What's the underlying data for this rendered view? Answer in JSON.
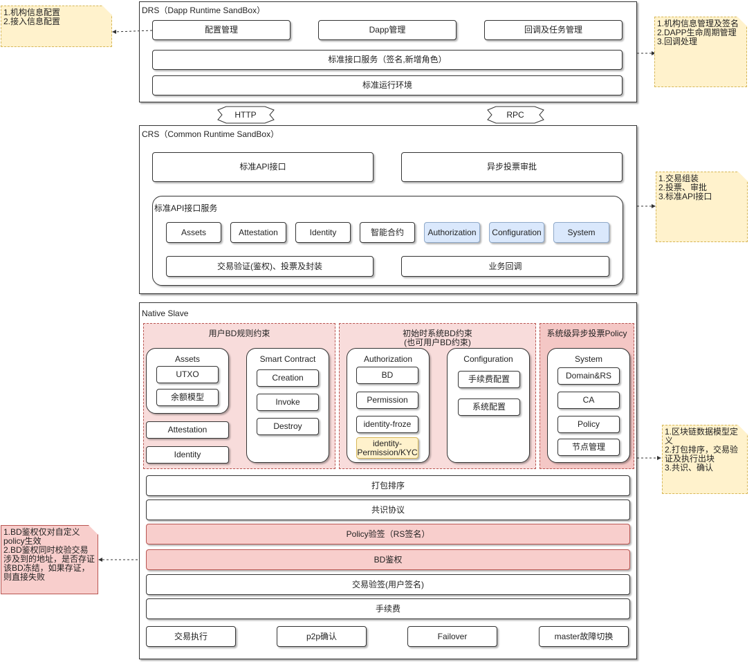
{
  "drs": {
    "title": "DRS（Dapp Runtime SandBox）",
    "config_mgmt": "配置管理",
    "dapp_mgmt": "Dapp管理",
    "callback_task_mgmt": "回调及任务管理",
    "std_interface_service": "标准接口服务（签名,新增角色）",
    "std_runtime_env": "标准运行环境"
  },
  "connectors": {
    "http": "HTTP",
    "rpc": "RPC"
  },
  "crs": {
    "title": "CRS（Common Runtime SandBox）",
    "std_api": "标准API接口",
    "async_vote_approve": "异步投票审批",
    "std_api_service": {
      "title": "标准API接口服务",
      "assets": "Assets",
      "attestation": "Attestation",
      "identity": "Identity",
      "smart_contract": "智能合约",
      "authorization": "Authorization",
      "configuration": "Configuration",
      "system": "System",
      "tx_verify": "交易验证(鉴权)、投票及封装",
      "biz_callback": "业务回调"
    }
  },
  "native": {
    "title": "Native Slave",
    "user_bd": {
      "title": "用户BD规则约束",
      "assets": {
        "title": "Assets",
        "utxo": "UTXO",
        "balance_model": "余额模型"
      },
      "attestation": "Attestation",
      "identity": "Identity",
      "smart_contract": {
        "title": "Smart Contract",
        "creation": "Creation",
        "invoke": "Invoke",
        "destroy": "Destroy"
      }
    },
    "init_bd": {
      "title": "初始时系统BD约束",
      "subtitle": "(也可用户BD约束)",
      "authorization": {
        "title": "Authorization",
        "bd": "BD",
        "permission": "Permission",
        "identity_froze": "identity-froze",
        "identity_permission_kyc": "identity-Permission/KYC"
      },
      "configuration": {
        "title": "Configuration",
        "fee_config": "手续费配置",
        "system_config": "系统配置"
      }
    },
    "system_policy": {
      "title": "系统级异步投票Policy",
      "system": {
        "title": "System",
        "domain_rs": "Domain&RS",
        "ca": "CA",
        "policy": "Policy",
        "node_mgmt": "节点管理"
      }
    },
    "layers": {
      "packing_sort": "打包排序",
      "consensus": "共识协议",
      "policy_verify": "Policy验签（RS签名）",
      "bd_auth": "BD鉴权",
      "tx_verify": "交易验签(用户签名)",
      "fee": "手续费"
    },
    "bottom": {
      "tx_exec": "交易执行",
      "p2p_confirm": "p2p确认",
      "failover": "Failover",
      "master_switch": "master故障切换"
    }
  },
  "notes": {
    "drs_left": "1.机构信息配置\n2.接入信息配置",
    "drs_right": "1.机构信息管理及签名\n2.DAPP生命周期管理\n3.回调处理",
    "crs_right": "1.交易组装\n2.投票、审批\n3.标准API接口",
    "native_right": "1.区块链数据模型定义\n2.打包排序，交易验证及执行出块\n3.共识、确认",
    "bd_left": "1.BD鉴权仅对自定义policy生效\n2.BD鉴权同时校验交易涉及到的地址，是否存证该BD冻结，如果存证，则直接失败"
  }
}
